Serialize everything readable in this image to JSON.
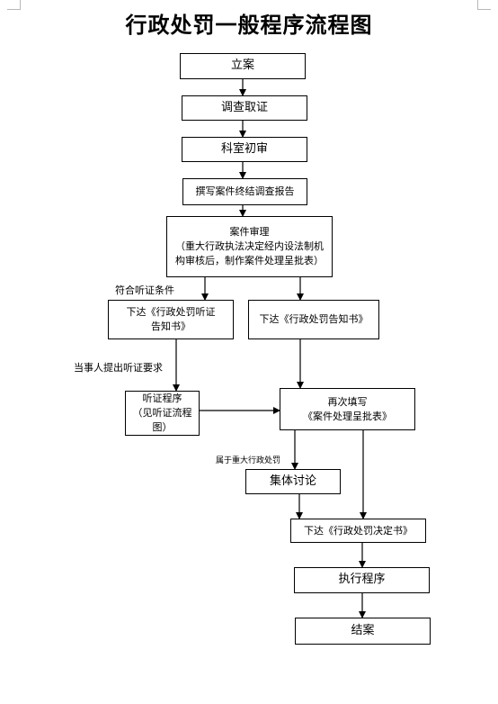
{
  "title": "行政处罚一般程序流程图",
  "steps": {
    "filing": "立案",
    "investigation": "调查取证",
    "review": "科室初审",
    "report": "撰写案件终结调查报告",
    "case_review_title": "案件审理",
    "case_review_note_1": "（重大行政执法决定经内设法制机",
    "case_review_note_2": "构审核后，制作案件处理呈批表）",
    "hearing_notice_1": "下达《行政处罚听证",
    "hearing_notice_2": "告知书》",
    "penalty_notice": "下达《行政处罚告知书》",
    "hearing_1": "听证程序",
    "hearing_2": "（见听证流程图）",
    "refill_1": "再次填写",
    "refill_2": "《案件处理呈批表》",
    "discussion": "集体讨论",
    "decision": "下达《行政处罚决定书》",
    "execution": "执行程序",
    "closing": "结案"
  },
  "labels": {
    "hearing_condition": "符合听证条件",
    "party_request": "当事人提出听证要求",
    "major_penalty": "属于重大行政处罚"
  }
}
